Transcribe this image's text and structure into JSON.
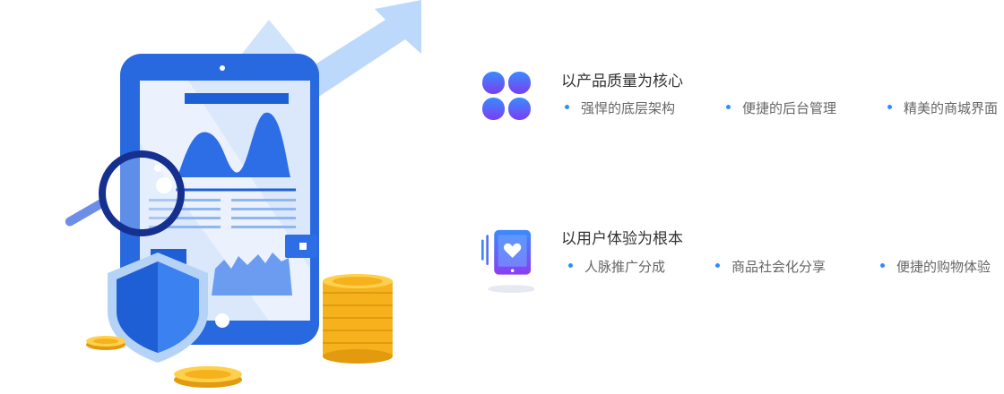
{
  "features": [
    {
      "icon": "four-petal-app-icon",
      "title": "以产品质量为核心",
      "items": [
        "强悍的底层架构",
        "便捷的后台管理",
        "精美的商城界面"
      ]
    },
    {
      "icon": "phone-heart-icon",
      "title": "以用户体验为根本",
      "items": [
        "人脉推广分成",
        "商品社会化分享",
        "便捷的购物体验"
      ]
    }
  ],
  "colors": {
    "accent": "#2f8cff",
    "tablet_blue": "#1f5fd6",
    "coin_gold": "#f5b21c",
    "title_text": "#333333",
    "body_text": "#666666"
  }
}
